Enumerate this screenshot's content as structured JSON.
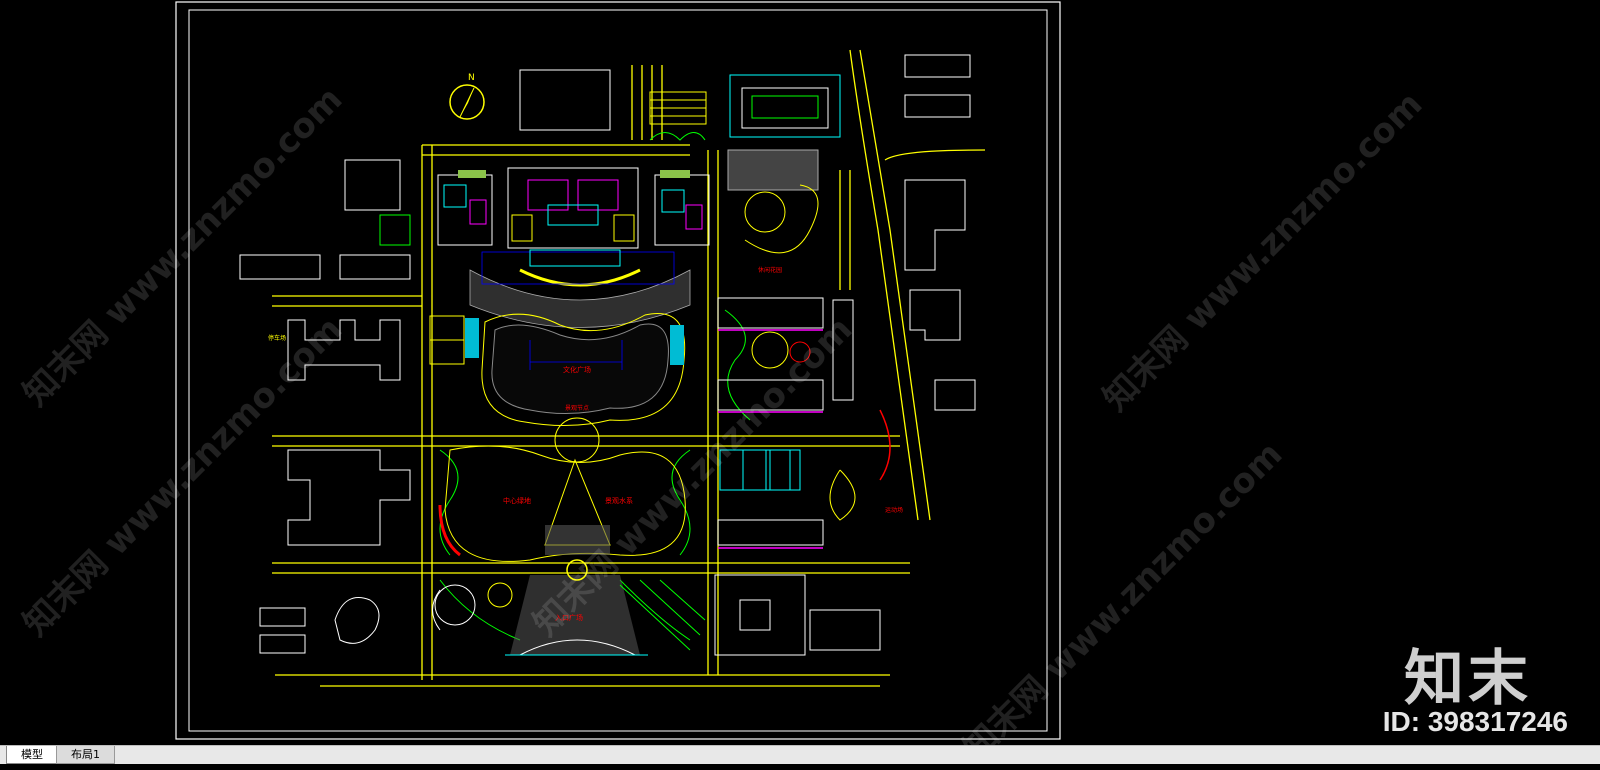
{
  "drawing": {
    "north_label": "N",
    "zone_labels": [
      "文化广场",
      "中心绿地",
      "景观水系",
      "运动场",
      "休闲花园",
      "入口广场",
      "景观节点",
      "停车场"
    ],
    "colors": {
      "background": "#000000",
      "frame": "#ffffff",
      "road": "#ffff00",
      "building": "#ffffff",
      "green": "#00ff00",
      "cyan": "#00ffff",
      "magenta": "#ff00ff",
      "red": "#ff0000",
      "blue": "#0000ff",
      "grey": "#888888"
    }
  },
  "watermarks": {
    "site_text": "知末网 www.znzmo.com"
  },
  "brand": {
    "logo": "知末",
    "id_text": "ID: 398317246"
  },
  "tabs": {
    "model": "模型",
    "layout1": "布局1"
  }
}
